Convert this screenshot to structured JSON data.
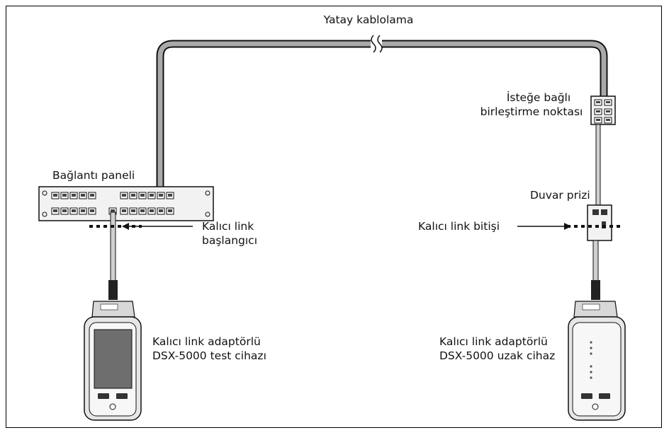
{
  "labels": {
    "horizontal_cabling": "Yatay kablolama",
    "optional_consolidation_line1": "İsteğe bağlı",
    "optional_consolidation_line2": "birleştirme noktası",
    "patch_panel": "Bağlantı paneli",
    "wall_outlet": "Duvar prizi",
    "permanent_link_start_line1": "Kalıcı link",
    "permanent_link_start_line2": "başlangıcı",
    "permanent_link_end": "Kalıcı link bitişi",
    "main_unit_line1": "Kalıcı link adaptörlü",
    "main_unit_line2": "DSX-5000 test cihazı",
    "remote_unit_line1": "Kalıcı link adaptörlü",
    "remote_unit_line2": "DSX-5000 uzak cihaz"
  },
  "colors": {
    "cable_fill": "#a9a9a9",
    "device_fill": "#cfcfcf",
    "screen_fill": "#6e6e6e",
    "outline": "#111111"
  }
}
